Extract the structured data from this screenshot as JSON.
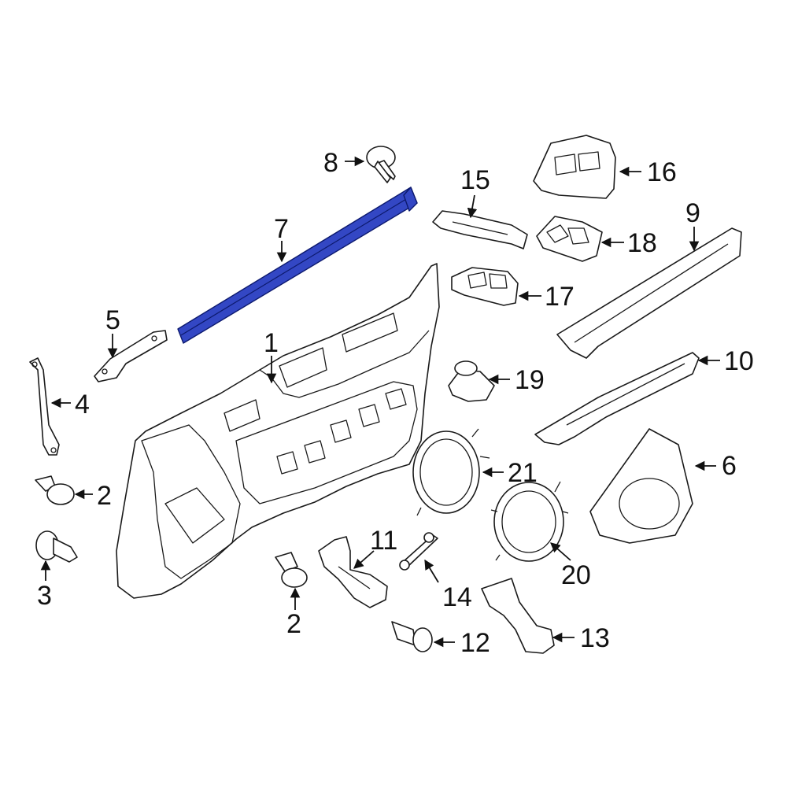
{
  "diagram": {
    "highlight_color": "#3347c4",
    "line_color": "#1a1a1a",
    "background": "#ffffff",
    "callouts": [
      {
        "id": "c1",
        "label": "1",
        "part": "door-trim-panel"
      },
      {
        "id": "c2a",
        "label": "2",
        "part": "clip"
      },
      {
        "id": "c2b",
        "label": "2",
        "part": "clip"
      },
      {
        "id": "c3",
        "label": "3",
        "part": "push-retainer"
      },
      {
        "id": "c4",
        "label": "4",
        "part": "bracket"
      },
      {
        "id": "c5",
        "label": "5",
        "part": "bracket"
      },
      {
        "id": "c6",
        "label": "6",
        "part": "speaker-grille"
      },
      {
        "id": "c7",
        "label": "7",
        "part": "belt-weatherstrip"
      },
      {
        "id": "c8",
        "label": "8",
        "part": "clip"
      },
      {
        "id": "c9",
        "label": "9",
        "part": "trim-strip"
      },
      {
        "id": "c10",
        "label": "10",
        "part": "armrest-trim"
      },
      {
        "id": "c11",
        "label": "11",
        "part": "bracket"
      },
      {
        "id": "c12",
        "label": "12",
        "part": "screw"
      },
      {
        "id": "c13",
        "label": "13",
        "part": "bracket"
      },
      {
        "id": "c14",
        "label": "14",
        "part": "handle"
      },
      {
        "id": "c15",
        "label": "15",
        "part": "switch-bezel"
      },
      {
        "id": "c16",
        "label": "16",
        "part": "switch-panel"
      },
      {
        "id": "c17",
        "label": "17",
        "part": "window-switch"
      },
      {
        "id": "c18",
        "label": "18",
        "part": "window-switch"
      },
      {
        "id": "c19",
        "label": "19",
        "part": "mirror-switch"
      },
      {
        "id": "c20",
        "label": "20",
        "part": "speaker"
      },
      {
        "id": "c21",
        "label": "21",
        "part": "speaker"
      }
    ]
  }
}
